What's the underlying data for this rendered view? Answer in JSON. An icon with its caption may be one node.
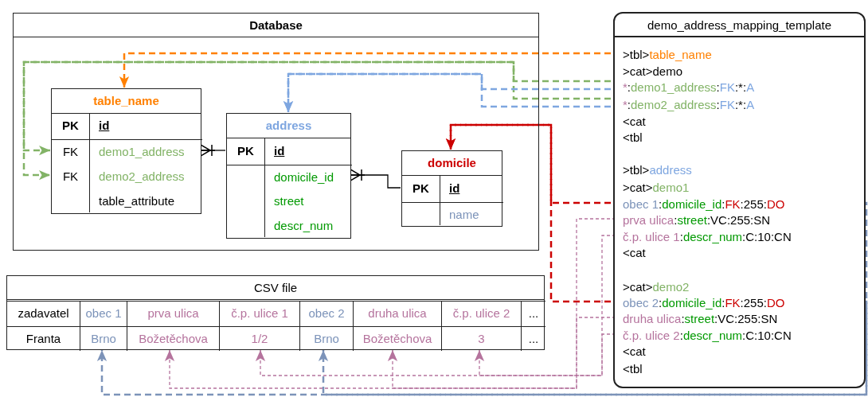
{
  "diagram": {
    "nodes": [
      {
        "text": [
          "Database"
        ]
      },
      {
        "text": [
          "table_name"
        ],
        "in": 0
      },
      {
        "text": [
          "PK",
          "id"
        ],
        "in": 1
      },
      {
        "text": [
          "FK",
          "demo1_address"
        ],
        "in": 1
      },
      {
        "text": [
          "FK",
          "demo2_address"
        ],
        "in": 1
      },
      {
        "text": [
          "table_attribute"
        ],
        "in": 1
      },
      {
        "text": [
          "address"
        ],
        "in": 0
      },
      {
        "text": [
          "PK",
          "id"
        ],
        "in": 6
      },
      {
        "text": [
          "domicile_id"
        ],
        "in": 6
      },
      {
        "text": [
          "street"
        ],
        "in": 6
      },
      {
        "text": [
          "descr_num"
        ],
        "in": 6
      },
      {
        "text": [
          "domicile"
        ],
        "in": 0
      },
      {
        "text": [
          "PK",
          "id"
        ],
        "in": 11
      },
      {
        "text": [
          "name"
        ],
        "in": 11
      },
      {
        "text": [
          "demo_address_mapping_template"
        ]
      },
      {
        "text": [
          ">tbl>",
          "table_name"
        ],
        "in": 14
      },
      {
        "text": [
          ">cat>demo"
        ],
        "in": 14
      },
      {
        "text": [
          "*",
          ":",
          "demo1_address",
          ":",
          "FK",
          ":*:",
          "A"
        ],
        "in": 14
      },
      {
        "text": [
          "*",
          ":",
          "demo2_address",
          ":",
          "FK",
          ":*:",
          "A"
        ],
        "in": 14
      },
      {
        "text": [
          "<cat"
        ],
        "in": 14
      },
      {
        "text": [
          "<tbl"
        ],
        "in": 14
      },
      {
        "text": [
          ">tbl>",
          "address"
        ],
        "in": 14
      },
      {
        "text": [
          ">cat>",
          "demo1"
        ],
        "in": 14
      },
      {
        "text": [
          "obec 1",
          ":",
          "domicile_id",
          ":",
          "FK",
          ":255:",
          "DO"
        ],
        "in": 14
      },
      {
        "text": [
          "prva ulica",
          ":",
          "street",
          ":VC:255:SN"
        ],
        "in": 14
      },
      {
        "text": [
          "č.p. ulice 1",
          ":",
          "descr_num",
          ":C:10:CN"
        ],
        "in": 14
      },
      {
        "text": [
          "<cat"
        ],
        "in": 14
      },
      {
        "text": [
          ">cat>",
          "demo2"
        ],
        "in": 14
      },
      {
        "text": [
          "obec 2",
          ":",
          "domicile_id",
          ":",
          "FK",
          ":255:",
          "DO"
        ],
        "in": 14
      },
      {
        "text": [
          "druha ulica",
          ":",
          "street",
          ":VC:255:SN"
        ],
        "in": 14
      },
      {
        "text": [
          "č.p. ulice 2",
          ":",
          "descr_num",
          ":C:10:CN"
        ],
        "in": 14
      },
      {
        "text": [
          "<cat"
        ],
        "in": 14
      },
      {
        "text": [
          "<tbl"
        ],
        "in": 14
      },
      {
        "text": [
          "CSV file"
        ]
      },
      {
        "text": [
          "zadavatel"
        ],
        "in": 33
      },
      {
        "text": [
          "obec 1"
        ],
        "in": 33
      },
      {
        "text": [
          "prva ulica"
        ],
        "in": 33
      },
      {
        "text": [
          "č.p. ulice 1"
        ],
        "in": 33
      },
      {
        "text": [
          "obec 2"
        ],
        "in": 33
      },
      {
        "text": [
          "druha ulica"
        ],
        "in": 33
      },
      {
        "text": [
          "č.p. ulice 2"
        ],
        "in": 33
      },
      {
        "text": [
          "..."
        ],
        "in": 33
      },
      {
        "text": [
          "Franta"
        ],
        "in": 33
      },
      {
        "text": [
          "Brno"
        ],
        "in": 33
      },
      {
        "text": [
          "Božetěchova"
        ],
        "in": 33
      },
      {
        "text": [
          "1/2"
        ],
        "in": 33
      },
      {
        "text": [
          "Brno"
        ],
        "in": 33
      },
      {
        "text": [
          "Božetěchova"
        ],
        "in": 33
      },
      {
        "text": [
          "3"
        ],
        "in": 33
      },
      {
        "text": [
          "..."
        ],
        "in": 33
      }
    ],
    "edges": [
      {
        "from": 15,
        "to": 1,
        "arrow": "to",
        "style": "dashed",
        "color": "#ff8000"
      },
      {
        "from": 17,
        "to": 3,
        "arrow": "to",
        "style": "dashed",
        "color": "#82b366"
      },
      {
        "from": 18,
        "to": 4,
        "arrow": "to",
        "style": "dashed",
        "color": "#82b366"
      },
      {
        "from": 17,
        "to": 6,
        "arrow": "to",
        "style": "dashed",
        "color": "#7ea6e0"
      },
      {
        "from": 18,
        "to": 6,
        "arrow": "to",
        "style": "dashed",
        "color": "#7ea6e0"
      },
      {
        "from": 23,
        "to": 11,
        "arrow": "to",
        "style": "dashed",
        "color": "#cc0000"
      },
      {
        "from": 28,
        "to": 11,
        "arrow": "to",
        "style": "dashed",
        "color": "#cc0000"
      },
      {
        "from": 23,
        "to": 43,
        "arrow": "to",
        "style": "dashed",
        "color": "#7c93b9"
      },
      {
        "from": 28,
        "to": 46,
        "arrow": "to",
        "style": "dashed",
        "color": "#7c93b9"
      },
      {
        "from": 24,
        "to": 44,
        "arrow": "to",
        "style": "dashed",
        "color": "#b5739d"
      },
      {
        "from": 25,
        "to": 45,
        "arrow": "to",
        "style": "dashed",
        "color": "#b5739d"
      },
      {
        "from": 29,
        "to": 47,
        "arrow": "to",
        "style": "dashed",
        "color": "#b5739d"
      },
      {
        "from": 30,
        "to": 48,
        "arrow": "to",
        "style": "dashed",
        "color": "#b5739d"
      },
      {
        "from": 3,
        "to": 7,
        "arrow": "other",
        "color": "#000000"
      },
      {
        "from": 8,
        "to": 12,
        "arrow": "other",
        "color": "#000000"
      }
    ]
  }
}
